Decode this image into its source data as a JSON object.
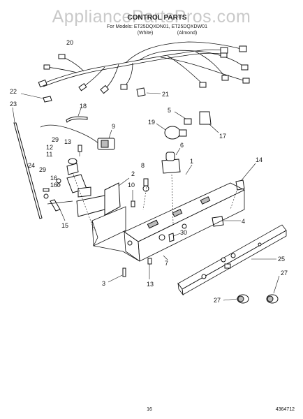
{
  "watermark": "AppliancePartsPros.com",
  "header": {
    "title": "CONTROL PARTS",
    "subtitle": "For Models: ET25DQXDN01, ET25DQXDW01",
    "variant_left": "(White)",
    "variant_right": "(Almond)"
  },
  "callouts": {
    "c1": "1",
    "c2": "2",
    "c3": "3",
    "c4": "4",
    "c5": "5",
    "c6": "6",
    "c7": "7",
    "c8": "8",
    "c9": "9",
    "c10": "10",
    "c11": "11",
    "c12": "12",
    "c13a": "13",
    "c13b": "13",
    "c14": "14",
    "c15": "15",
    "c16a": "16",
    "c16b": "16",
    "c17": "17",
    "c19": "19",
    "c20": "20",
    "c21": "21",
    "c22": "22",
    "c23": "23",
    "c24": "24",
    "c25": "25",
    "c27a": "27",
    "c27b": "27",
    "c29a": "29",
    "c29b": "29",
    "c30": "30"
  },
  "footer": {
    "page": "16",
    "part_number": "4364712"
  }
}
